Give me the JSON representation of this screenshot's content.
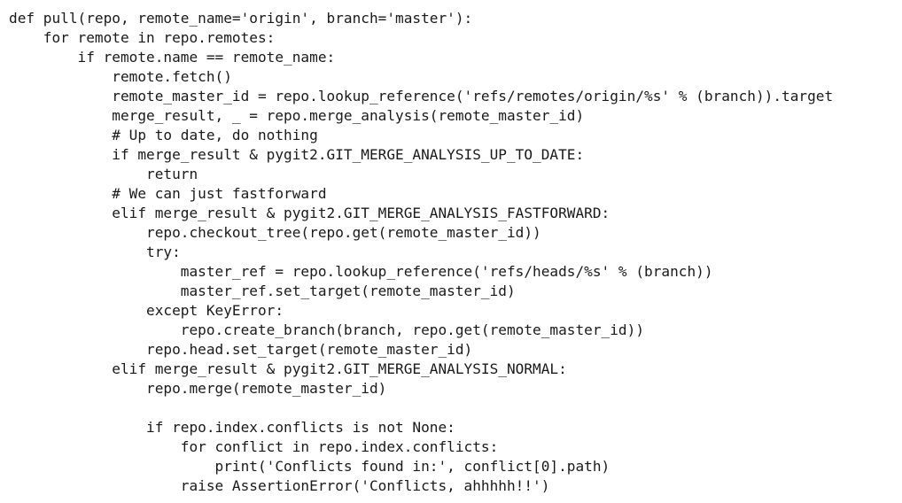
{
  "code": {
    "language": "python",
    "lines": [
      "def pull(repo, remote_name='origin', branch='master'):",
      "    for remote in repo.remotes:",
      "        if remote.name == remote_name:",
      "            remote.fetch()",
      "            remote_master_id = repo.lookup_reference('refs/remotes/origin/%s' % (branch)).target",
      "            merge_result, _ = repo.merge_analysis(remote_master_id)",
      "            # Up to date, do nothing",
      "            if merge_result & pygit2.GIT_MERGE_ANALYSIS_UP_TO_DATE:",
      "                return",
      "            # We can just fastforward",
      "            elif merge_result & pygit2.GIT_MERGE_ANALYSIS_FASTFORWARD:",
      "                repo.checkout_tree(repo.get(remote_master_id))",
      "                try:",
      "                    master_ref = repo.lookup_reference('refs/heads/%s' % (branch))",
      "                    master_ref.set_target(remote_master_id)",
      "                except KeyError:",
      "                    repo.create_branch(branch, repo.get(remote_master_id))",
      "                repo.head.set_target(remote_master_id)",
      "            elif merge_result & pygit2.GIT_MERGE_ANALYSIS_NORMAL:",
      "                repo.merge(remote_master_id)",
      "",
      "                if repo.index.conflicts is not None:",
      "                    for conflict in repo.index.conflicts:",
      "                        print('Conflicts found in:', conflict[0].path)",
      "                    raise AssertionError('Conflicts, ahhhhh!!')"
    ]
  }
}
